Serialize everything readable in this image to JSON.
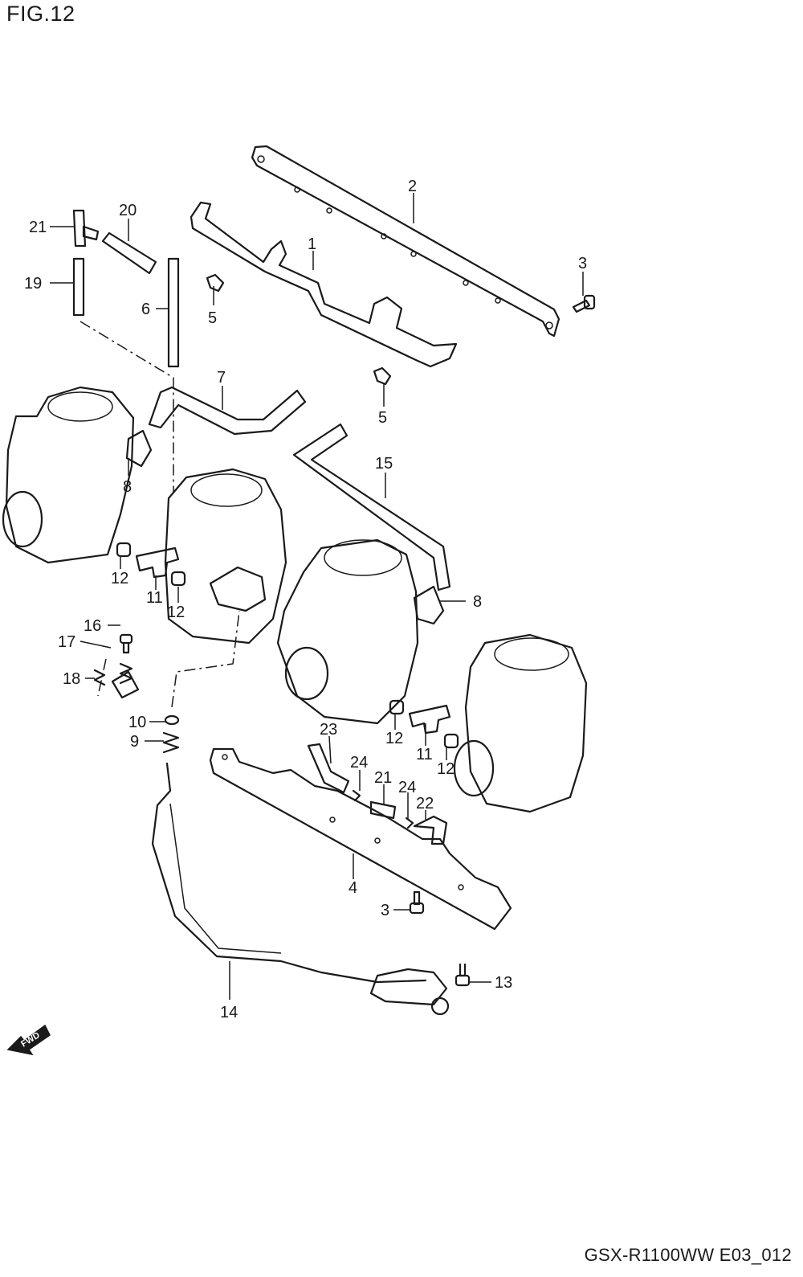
{
  "figure": {
    "title": "FIG.12",
    "code": "GSX-R1100WW E03_012"
  },
  "fwd_arrow": {
    "text": "FWD"
  },
  "callouts": {
    "c1": "1",
    "c2": "2",
    "c3a": "3",
    "c3b": "3",
    "c4": "4",
    "c5a": "5",
    "c5b": "5",
    "c6": "6",
    "c7": "7",
    "c8a": "8",
    "c8b": "8",
    "c9": "9",
    "c10": "10",
    "c11a": "11",
    "c11b": "11",
    "c12a": "12",
    "c12b": "12",
    "c12c": "12",
    "c12d": "12",
    "c13": "13",
    "c14": "14",
    "c15": "15",
    "c16": "16",
    "c17": "17",
    "c18": "18",
    "c19": "19",
    "c20": "20",
    "c21a": "21",
    "c21b": "21",
    "c22": "22",
    "c23": "23",
    "c24a": "24",
    "c24b": "24"
  }
}
